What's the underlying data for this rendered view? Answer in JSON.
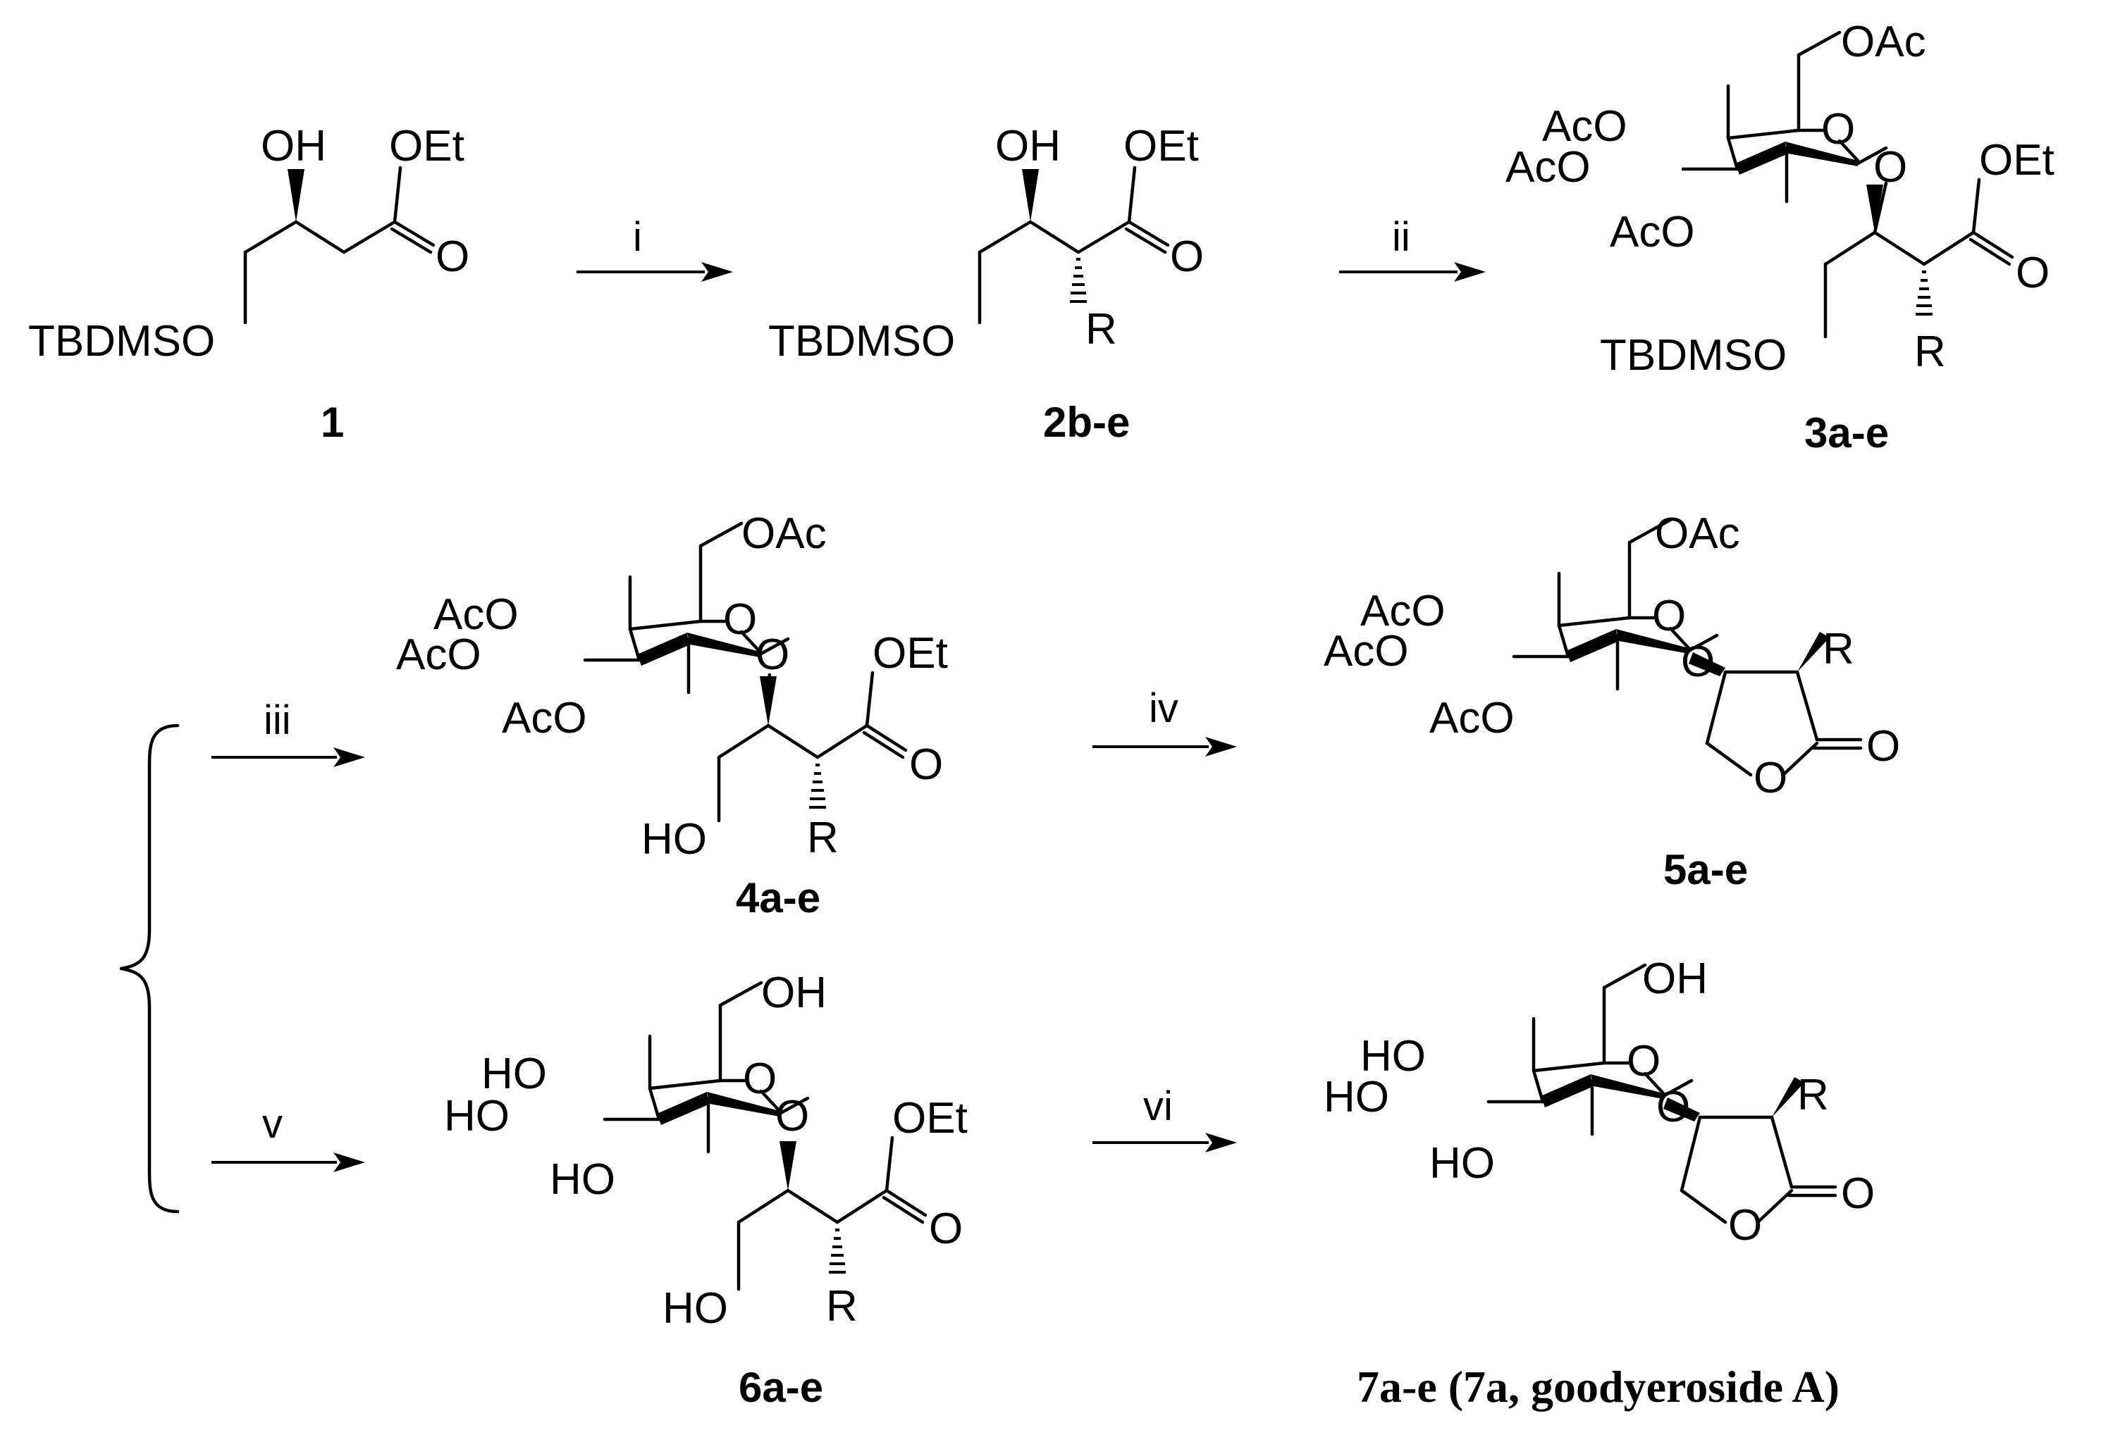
{
  "atoms": {
    "oh": "OH",
    "oet": "OEt",
    "o": "O",
    "tbdmso": "TBDMSO",
    "r": "R",
    "ho": "HO",
    "aco": "AcO",
    "oac": "OAc"
  },
  "reagents": {
    "i": "i",
    "ii": "ii",
    "iii": "iii",
    "iv": "iv",
    "v": "v",
    "vi": "vi"
  },
  "compounds": {
    "c1": "1",
    "c2": "2b-e",
    "c3": "3a-e",
    "c4": "4a-e",
    "c5": "5a-e",
    "c6": "6a-e",
    "c7": "7a-e (7a, goodyeroside A)"
  }
}
